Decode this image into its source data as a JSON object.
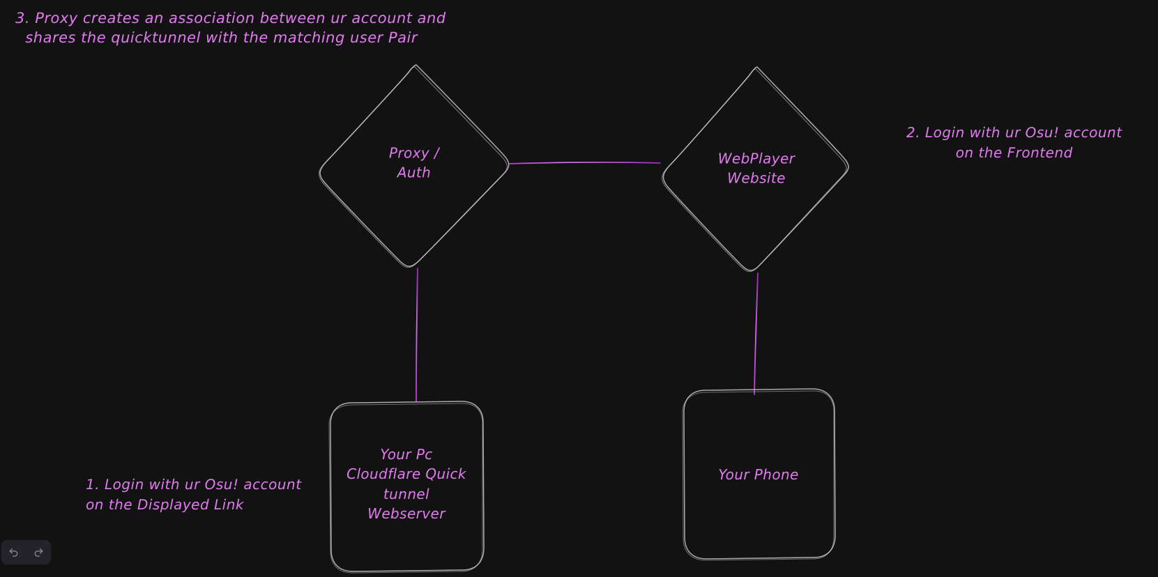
{
  "app": {
    "background_color": "#121212",
    "stroke_color": "#cfcfcf",
    "accent_color": "#c44ce0",
    "text_color": "#e27bf0"
  },
  "annotations": [
    {
      "id": "note-3",
      "name": "annotation-step-3",
      "line1": "3. Proxy creates an association between ur account and",
      "line2": "shares the quicktunnel with the matching user Pair"
    },
    {
      "id": "note-2",
      "name": "annotation-step-2",
      "line1": "2. Login with ur Osu! account",
      "line2": "on the Frontend"
    },
    {
      "id": "note-1",
      "name": "annotation-step-1",
      "line1": "1. Login with ur Osu! account",
      "line2": "on the Displayed Link"
    }
  ],
  "nodes": {
    "proxy_auth": {
      "shape": "diamond",
      "line1": "Proxy /",
      "line2": "Auth"
    },
    "webplayer": {
      "shape": "diamond",
      "line1": "WebPlayer",
      "line2": "Website"
    },
    "your_pc": {
      "shape": "rounded-rectangle",
      "line1": "Your Pc",
      "line2": "Cloudflare Quick",
      "line3": "tunnel",
      "line4": "Webserver"
    },
    "your_phone": {
      "shape": "rounded-rectangle",
      "line1": "Your Phone"
    }
  },
  "connections": [
    {
      "name": "proxy-to-webplayer",
      "from": "proxy_auth",
      "to": "webplayer"
    },
    {
      "name": "proxy-to-your-pc",
      "from": "proxy_auth",
      "to": "your_pc"
    },
    {
      "name": "webplayer-to-your-phone",
      "from": "webplayer",
      "to": "your_phone"
    }
  ],
  "toolbar": {
    "undo_label": "Undo",
    "redo_label": "Redo",
    "undo_icon": "undo-arrow-icon",
    "redo_icon": "redo-arrow-icon"
  }
}
